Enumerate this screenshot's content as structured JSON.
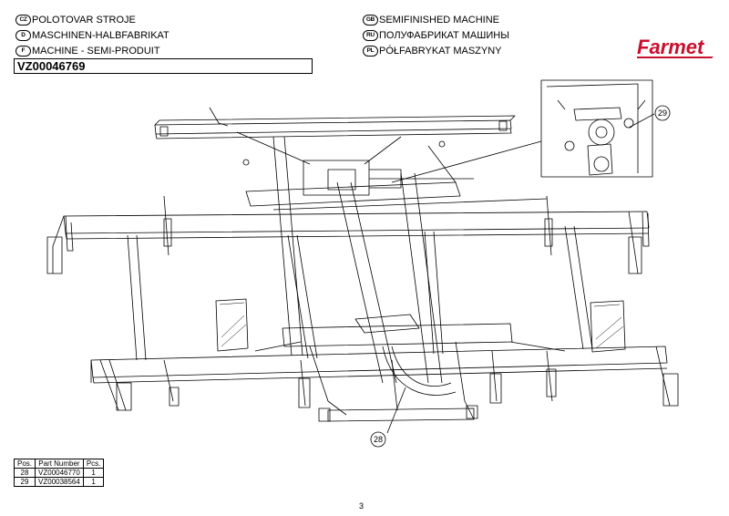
{
  "header": {
    "left_titles": [
      {
        "lang": "CZ",
        "text": "POLOTOVAR STROJE"
      },
      {
        "lang": "D",
        "text": "MASCHINEN-HALBFABRIKAT"
      },
      {
        "lang": "F",
        "text": "MACHINE - SEMI-PRODUIT"
      }
    ],
    "right_titles": [
      {
        "lang": "GB",
        "text": "SEMIFINISHED MACHINE"
      },
      {
        "lang": "RU",
        "text": "ПОЛУФАБРИКАТ МАШИНЫ"
      },
      {
        "lang": "PL",
        "text": "PÓŁFABRYKAT MASZYNY"
      }
    ],
    "part_number": "VZ00046769",
    "brand": "Farmet",
    "brand_color": "#c8102e"
  },
  "drawing": {
    "callouts": [
      "29",
      "28"
    ]
  },
  "parts_table": {
    "columns": [
      "Pos.",
      "Part Number",
      "Pcs."
    ],
    "rows": [
      [
        "28",
        "VZ00046770",
        "1"
      ],
      [
        "29",
        "VZ00038564",
        "1"
      ]
    ]
  },
  "footer": {
    "page_number": "3"
  }
}
